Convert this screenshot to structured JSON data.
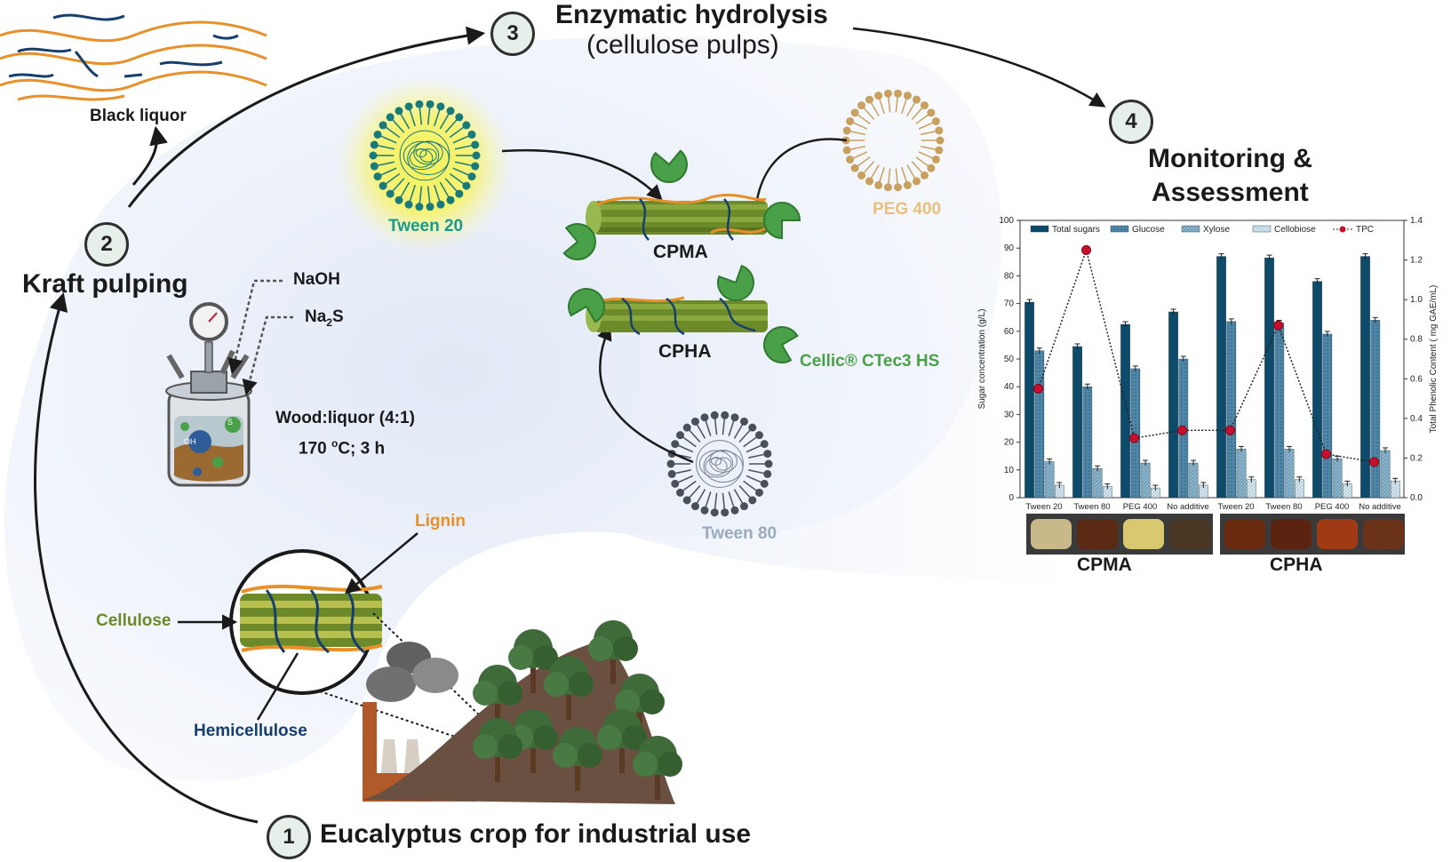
{
  "steps": {
    "step1": {
      "number": "1",
      "label": "Eucalyptus crop for industrial use"
    },
    "step2": {
      "number": "2",
      "label": "Kraft pulping"
    },
    "step3": {
      "number": "3",
      "label": "Enzymatic hydrolysis",
      "sublabel": "(cellulose pulps)"
    },
    "step4": {
      "number": "4",
      "label_line1": "Monitoring &",
      "label_line2": "Assessment"
    }
  },
  "labels": {
    "black_liquor": "Black liquor",
    "naoh": "NaOH",
    "na2s_main": "Na",
    "na2s_sub": "2",
    "na2s_tail": "S",
    "reactor_ratio": "Wood:liquor (4:1)",
    "reactor_cond_a": "170 ",
    "reactor_cond_sup": "o",
    "reactor_cond_b": "C; 3 h",
    "lignin": "Lignin",
    "cellulose": "Cellulose",
    "hemicellulose": "Hemicellulose",
    "tween20": "Tween 20",
    "tween80": "Tween 80",
    "peg400": "PEG 400",
    "cpma": "CPMA",
    "cpha": "CPHA",
    "enzyme": "Cellic® CTec3 HS",
    "ion_oh": "OH",
    "ion_s": "S",
    "cpma_photo": "CPMA",
    "cpha_photo": "CPHA"
  },
  "colors": {
    "lignin": "#e8902a",
    "cellulose": "#6d8a2a",
    "hemicellulose": "#163f6e",
    "tween20": "#1a9a8a",
    "tween80": "#9aaabf",
    "peg400": "#e8c07a",
    "enzyme": "#4aa048",
    "bar_total": "#0e4a6a",
    "bar_glucose": "#4e86a8",
    "bar_xylose": "#8fb6cc",
    "bar_cellobiose": "#c6dbe6",
    "tpc": "#c8102e"
  },
  "chart_data": {
    "type": "bar",
    "categories": [
      "Tween 20",
      "Tween 80",
      "PEG 400",
      "No additive",
      "Tween 20",
      "Tween 80",
      "PEG 400",
      "No additive"
    ],
    "groups": [
      "CPMA",
      "CPHA"
    ],
    "ylabel": "Sugar concentration (g/L)",
    "y2label": "Total Phenolic Content ( mg GAE/mL)",
    "ylim": [
      0,
      100
    ],
    "y2lim": [
      0,
      1.4
    ],
    "yticks": [
      "0",
      "10",
      "20",
      "30",
      "40",
      "50",
      "60",
      "70",
      "80",
      "90",
      "100"
    ],
    "y2ticks": [
      "0.0",
      "0.2",
      "0.4",
      "0.6",
      "0.8",
      "1.0",
      "1.2",
      "1.4"
    ],
    "series": [
      {
        "name": "Total sugars",
        "values": [
          70.5,
          54.5,
          62.5,
          67,
          87,
          86.5,
          78,
          87
        ]
      },
      {
        "name": "Glucose",
        "values": [
          53,
          40,
          46.5,
          50,
          63.5,
          63,
          59,
          64
        ]
      },
      {
        "name": "Xylose",
        "values": [
          13,
          10.5,
          12.5,
          12.5,
          17.5,
          17.5,
          14,
          17
        ]
      },
      {
        "name": "Cellobiose",
        "values": [
          4.5,
          4,
          3.5,
          4.5,
          6.5,
          6.5,
          5,
          6
        ]
      }
    ],
    "line_series": {
      "name": "TPC",
      "values": [
        0.55,
        1.25,
        0.3,
        0.34,
        0.34,
        0.87,
        0.22,
        0.18
      ]
    },
    "legend_position": "top"
  }
}
